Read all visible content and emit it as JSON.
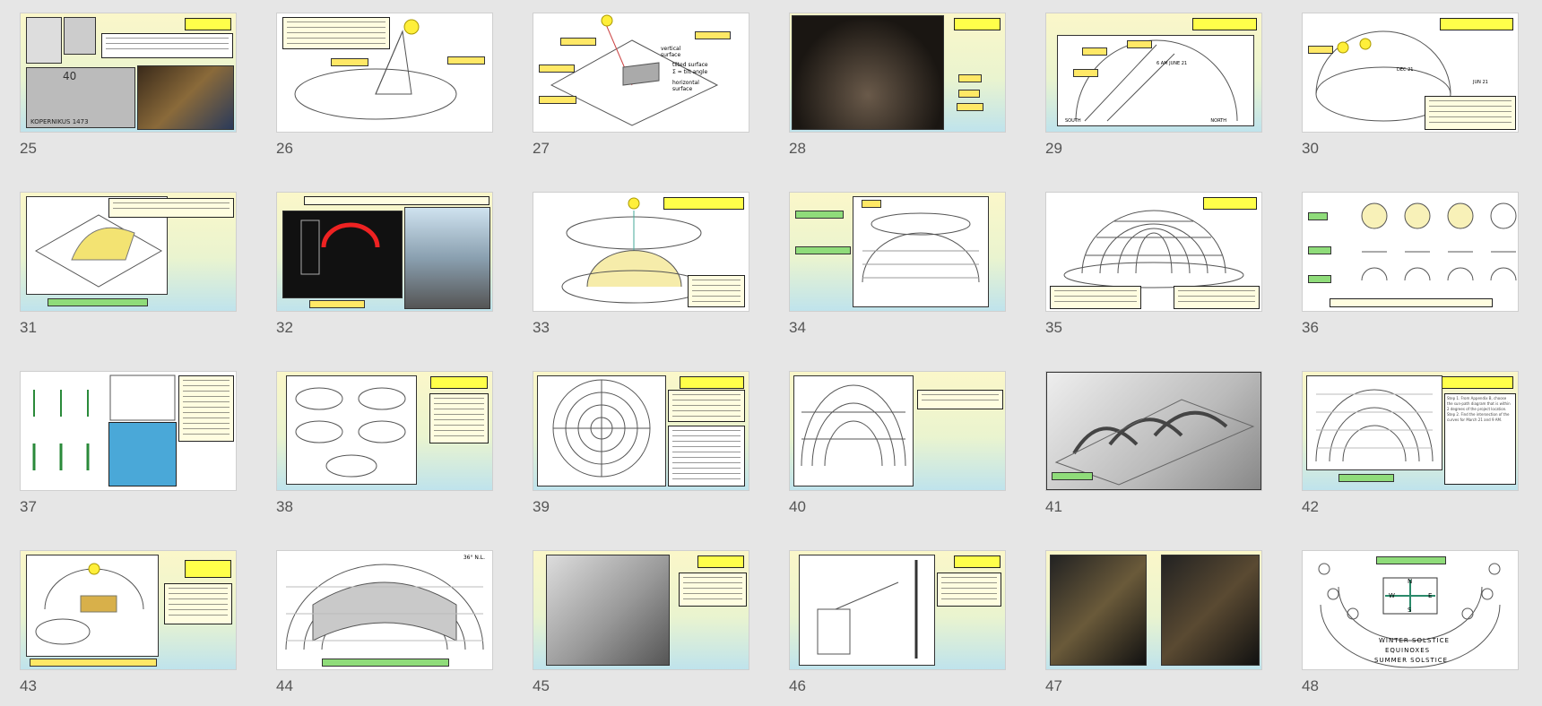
{
  "app": "slide-sorter",
  "slides": [
    {
      "number": "25",
      "title": "",
      "selected": false
    },
    {
      "number": "26",
      "title": "",
      "selected": false
    },
    {
      "number": "27",
      "title": "",
      "selected": false
    },
    {
      "number": "28",
      "title": "",
      "selected": false
    },
    {
      "number": "29",
      "title": "",
      "selected": false
    },
    {
      "number": "30",
      "title": "",
      "selected": false
    },
    {
      "number": "31",
      "title": "",
      "selected": false
    },
    {
      "number": "32",
      "title": "",
      "selected": false
    },
    {
      "number": "33",
      "title": "",
      "selected": false
    },
    {
      "number": "34",
      "title": "",
      "selected": false
    },
    {
      "number": "35",
      "title": "",
      "selected": false
    },
    {
      "number": "36",
      "title": "",
      "selected": false
    },
    {
      "number": "37",
      "title": "",
      "selected": false
    },
    {
      "number": "38",
      "title": "",
      "selected": false
    },
    {
      "number": "39",
      "title": "",
      "selected": false
    },
    {
      "number": "40",
      "title": "",
      "selected": false
    },
    {
      "number": "41",
      "title": "",
      "selected": false
    },
    {
      "number": "42",
      "title": "",
      "selected": false
    },
    {
      "number": "43",
      "title": "",
      "selected": false
    },
    {
      "number": "44",
      "title": "",
      "selected": false
    },
    {
      "number": "45",
      "title": "",
      "selected": false
    },
    {
      "number": "46",
      "title": "",
      "selected": false
    },
    {
      "number": "47",
      "title": "",
      "selected": false
    },
    {
      "number": "48",
      "title": "",
      "selected": false
    }
  ],
  "thumb_text": {
    "s25_caption": "KOPERNIKUS 1473",
    "s25_num": "40",
    "s27_vertical": "vertical surface",
    "s27_tilted": "tilted surface",
    "s27_tilt": "Σ = tilt angle",
    "s27_horizontal": "horizontal surface",
    "s29_date": "6 AM JUNE 21",
    "s29_south": "SOUTH",
    "s29_north": "NORTH",
    "s30_jun": "JUN 21",
    "s30_dec": "DEC 21",
    "s42_steps": "Step 1. From Appendix B, choose the sun-path diagram that is within 2 degrees of the project location. Step 2. Find the intersection of the curves for March 21 and 9 AM.",
    "s44_lat": "36° N.L.",
    "s48_winter": "WINTER SOLSTICE",
    "s48_equinoxes": "EQUINOXES",
    "s48_summer": "SUMMER SOLSTICE",
    "s48_n": "N",
    "s48_s": "S",
    "s48_e": "E",
    "s48_w": "W"
  }
}
